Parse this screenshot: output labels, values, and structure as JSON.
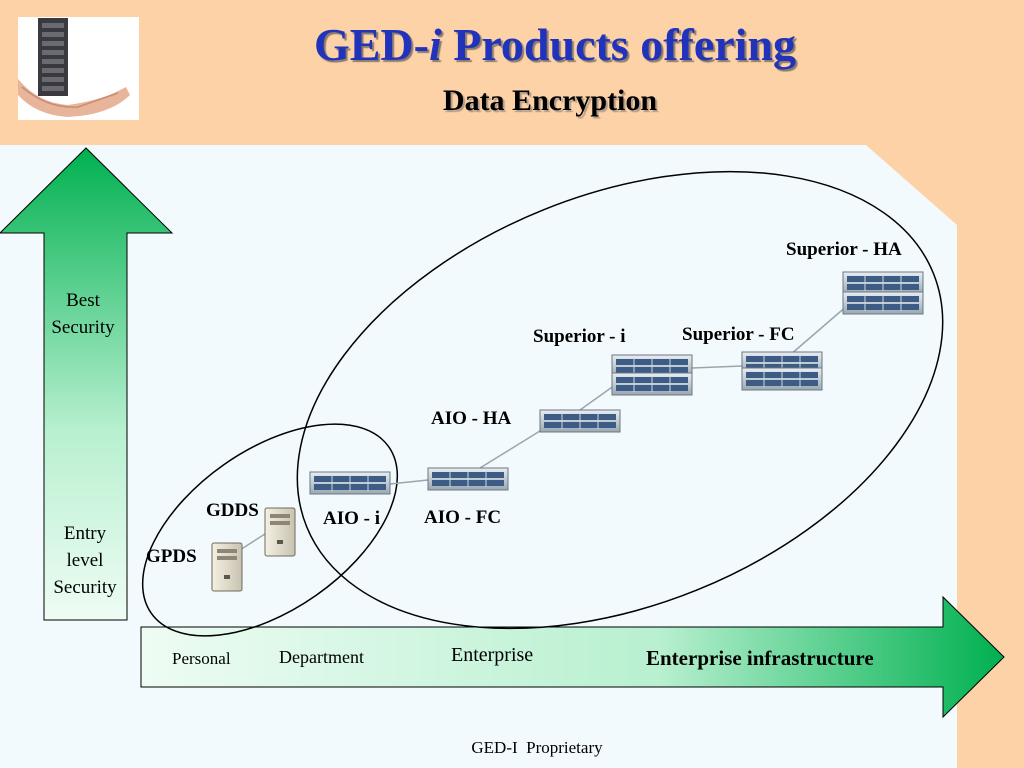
{
  "title": {
    "prefix": "GED-",
    "italic": "i",
    "suffix": " Products offering"
  },
  "subtitle": "Data Encryption",
  "security_axis": {
    "best": [
      "Best",
      "Security"
    ],
    "entry": [
      "Entry",
      "level",
      "Security"
    ]
  },
  "products": {
    "gpds": "GPDS",
    "gdds": "GDDS",
    "aio_i": "AIO - i",
    "aio_fc": "AIO - FC",
    "aio_ha": "AIO - HA",
    "superior_i": "Superior - i",
    "superior_fc": "Superior - FC",
    "superior_ha": "Superior - HA"
  },
  "market_axis": {
    "personal": "Personal",
    "department": "Department",
    "enterprise": "Enterprise",
    "enterprise_infra": "Enterprise infrastructure"
  },
  "footer": "GED-I  Proprietary",
  "colors": {
    "title": "#2233bb",
    "background": "#fcd2a6",
    "panel": "#f2fafd",
    "arrow_dark": "#00b050",
    "arrow_light": "#ccf5e0"
  }
}
